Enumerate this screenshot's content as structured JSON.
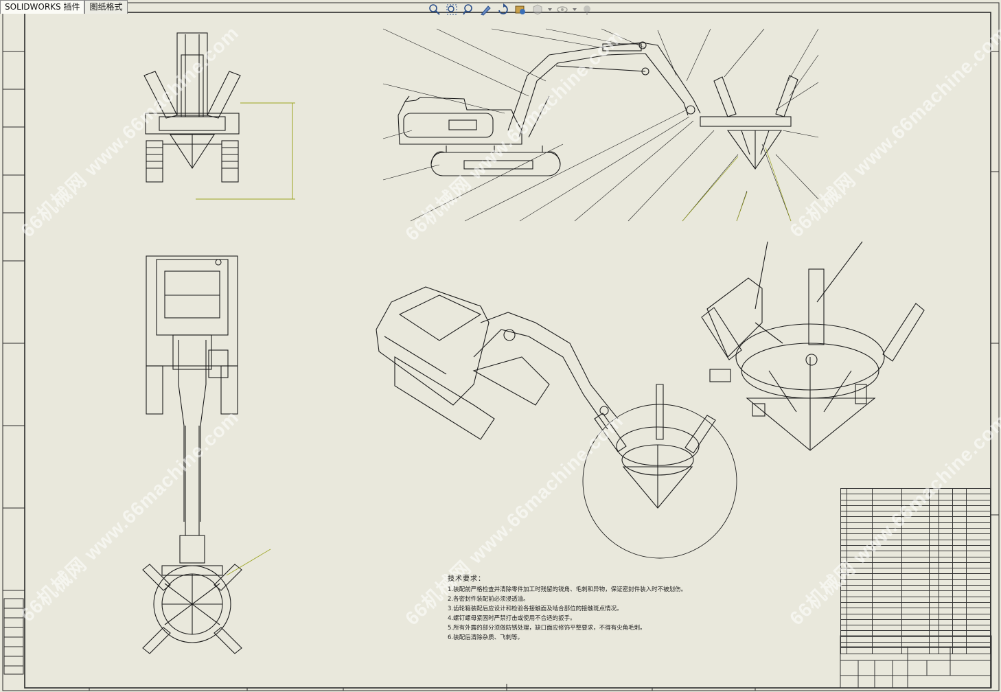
{
  "tabs": [
    {
      "label": "SOLIDWORKS 插件",
      "active": true
    },
    {
      "label": "图纸格式",
      "active": false
    }
  ],
  "toolbar_icons": [
    "zoom-to-fit-icon",
    "zoom-to-area-icon",
    "zoom-previous-icon",
    "sketch-tool-icon",
    "rotate-icon",
    "section-view-icon",
    "display-style-icon",
    "hide-show-icon",
    "appearance-icon"
  ],
  "technical_requirements": {
    "heading": "技术要求：",
    "lines": [
      "1.装配前严格检查并清除零件加工时残留的锐角、毛刺和异物，保证密封件装入时不被划伤。",
      "2.各密封件装配前必须浸透油。",
      "3.齿轮箱装配后应设计和检验各接触面及啮合部位的接触斑点情况。",
      "4.螺钉螺母紧固时严禁打击或使用不合适的扳手。",
      "5.所有外露的部分须做防锈处理，缺口面应修饰平整要求，不得有尖角毛刺。",
      "6.装配后清除杂质、飞刺等。"
    ]
  },
  "watermark": "66机械网 www.66machine.com",
  "colors": {
    "paper": "#e9e8dc",
    "line": "#1c1c1c",
    "leader": "#9aa31e"
  }
}
